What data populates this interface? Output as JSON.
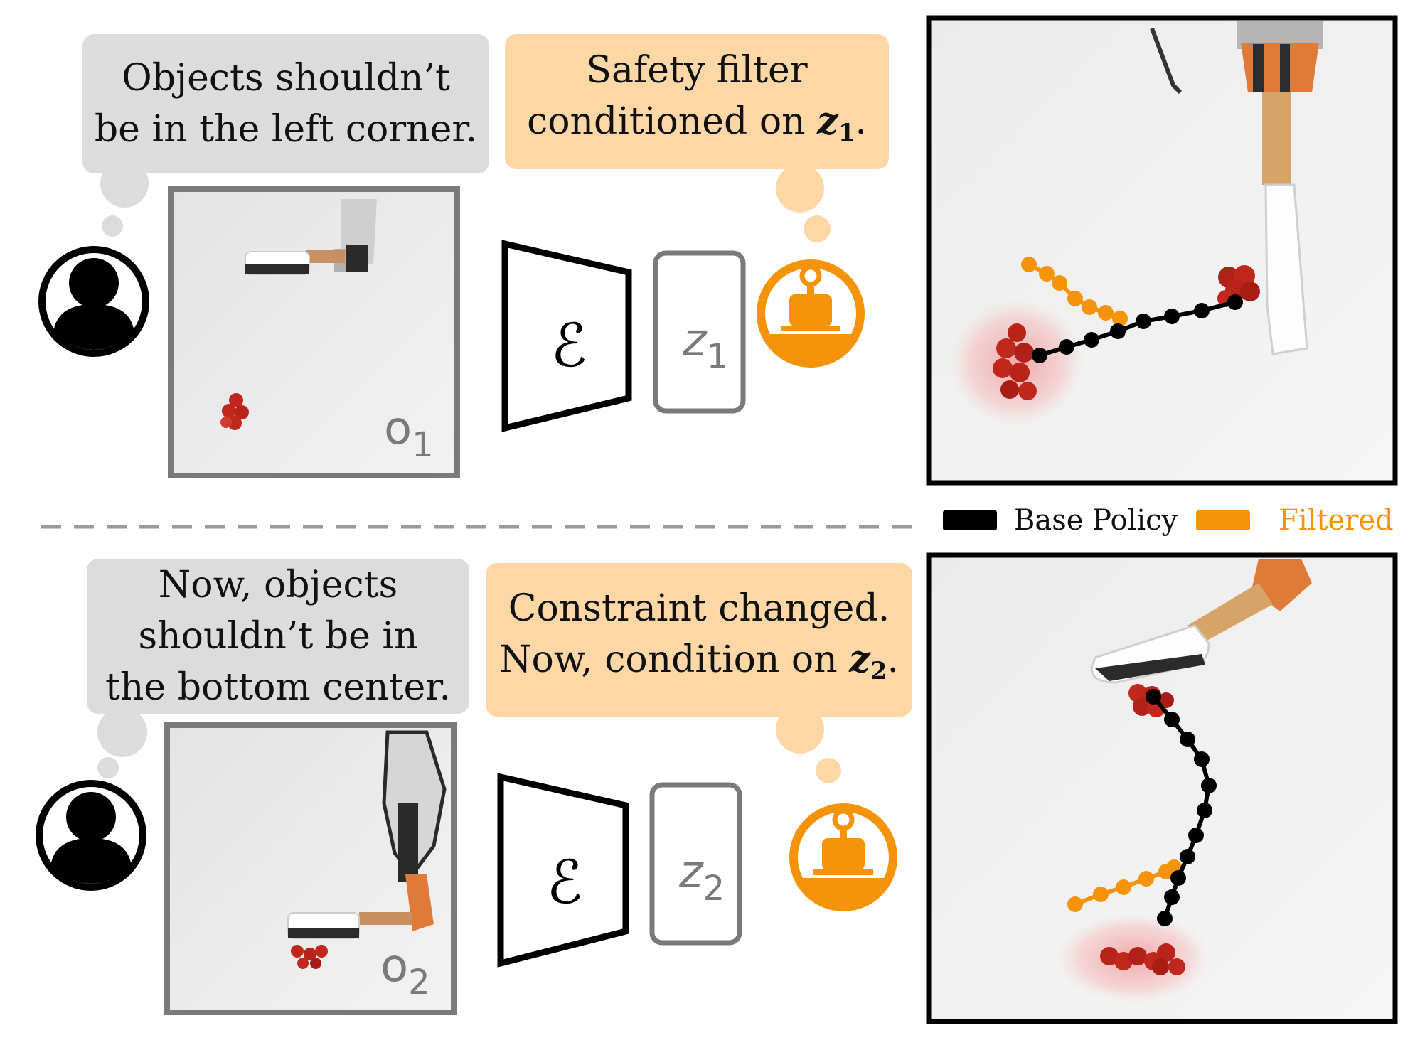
{
  "panels": [
    {
      "user_text": [
        "Objects shouldn’t",
        "be in the left corner."
      ],
      "robot_text": [
        "Safety filter",
        "conditioned on"
      ],
      "robot_var": "z",
      "robot_sub": "1",
      "robot_tail": ".",
      "obs_label": "o",
      "obs_sub": "1",
      "encoder_symbol": "ℰ",
      "latent_label": "z",
      "latent_sub": "1"
    },
    {
      "user_text": [
        "Now, objects",
        "shouldn’t be in",
        "the bottom center."
      ],
      "robot_text": [
        "Constraint changed.",
        "Now, condition on"
      ],
      "robot_var": "z",
      "robot_sub": "2",
      "robot_tail": ".",
      "obs_label": "o",
      "obs_sub": "2",
      "encoder_symbol": "ℰ",
      "latent_label": "z",
      "latent_sub": "2"
    }
  ],
  "legend": {
    "base_policy": "Base Policy",
    "filtered": "Filtered"
  },
  "colors": {
    "user_bubble": "#dcdcdc",
    "robot_bubble": "#fdd7a6",
    "accent_orange": "#f5940a",
    "base_policy_line": "#000000",
    "constraint_highlight": "#f26a6a"
  },
  "icons": [
    "person-icon",
    "robot-icon",
    "encoder-trapezoid-icon"
  ]
}
